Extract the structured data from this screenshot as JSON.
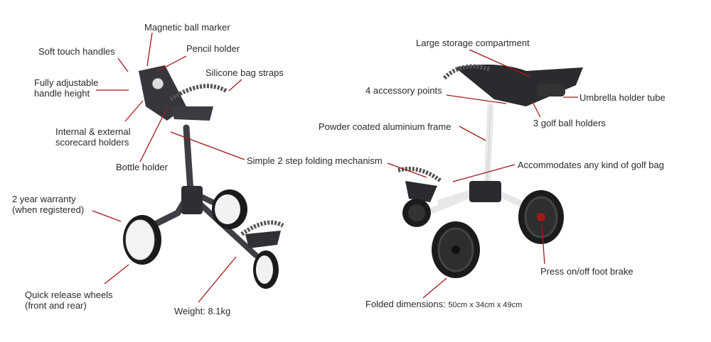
{
  "colors": {
    "leader": "#a5191b",
    "frame_left": "#3d3f44",
    "frame_right": "#f2f2f2",
    "tire": "#1b1b1b"
  },
  "left_product": {
    "labels": {
      "magnetic_ball_marker": "Magnetic ball marker",
      "soft_touch_handles": "Soft touch handles",
      "pencil_holder": "Pencil holder",
      "silicone_bag_straps": "Silicone bag straps",
      "adjustable_line1": "Fully adjustable",
      "adjustable_line2": "handle height",
      "scorecard_line1": "Internal & external",
      "scorecard_line2": "scorecard holders",
      "bottle_holder": "Bottle holder",
      "folding_mechanism": "Simple 2 step folding mechanism",
      "warranty_line1": "2 year warranty",
      "warranty_line2": "(when registered)",
      "wheels_line1": "Quick release wheels",
      "wheels_line2": "(front and rear)",
      "weight": "Weight: 8.1kg"
    }
  },
  "right_product": {
    "labels": {
      "storage": "Large storage compartment",
      "accessory_points": "4 accessory points",
      "umbrella": "Umbrella holder tube",
      "ball_holders": "3 golf ball holders",
      "frame": "Powder coated aluminium frame",
      "golf_bag": "Accommodates any kind of golf bag",
      "brake": "Press on/off foot brake",
      "folded_label": "Folded dimensions:",
      "folded_value": "50cm x 34cm x 49cm"
    }
  }
}
